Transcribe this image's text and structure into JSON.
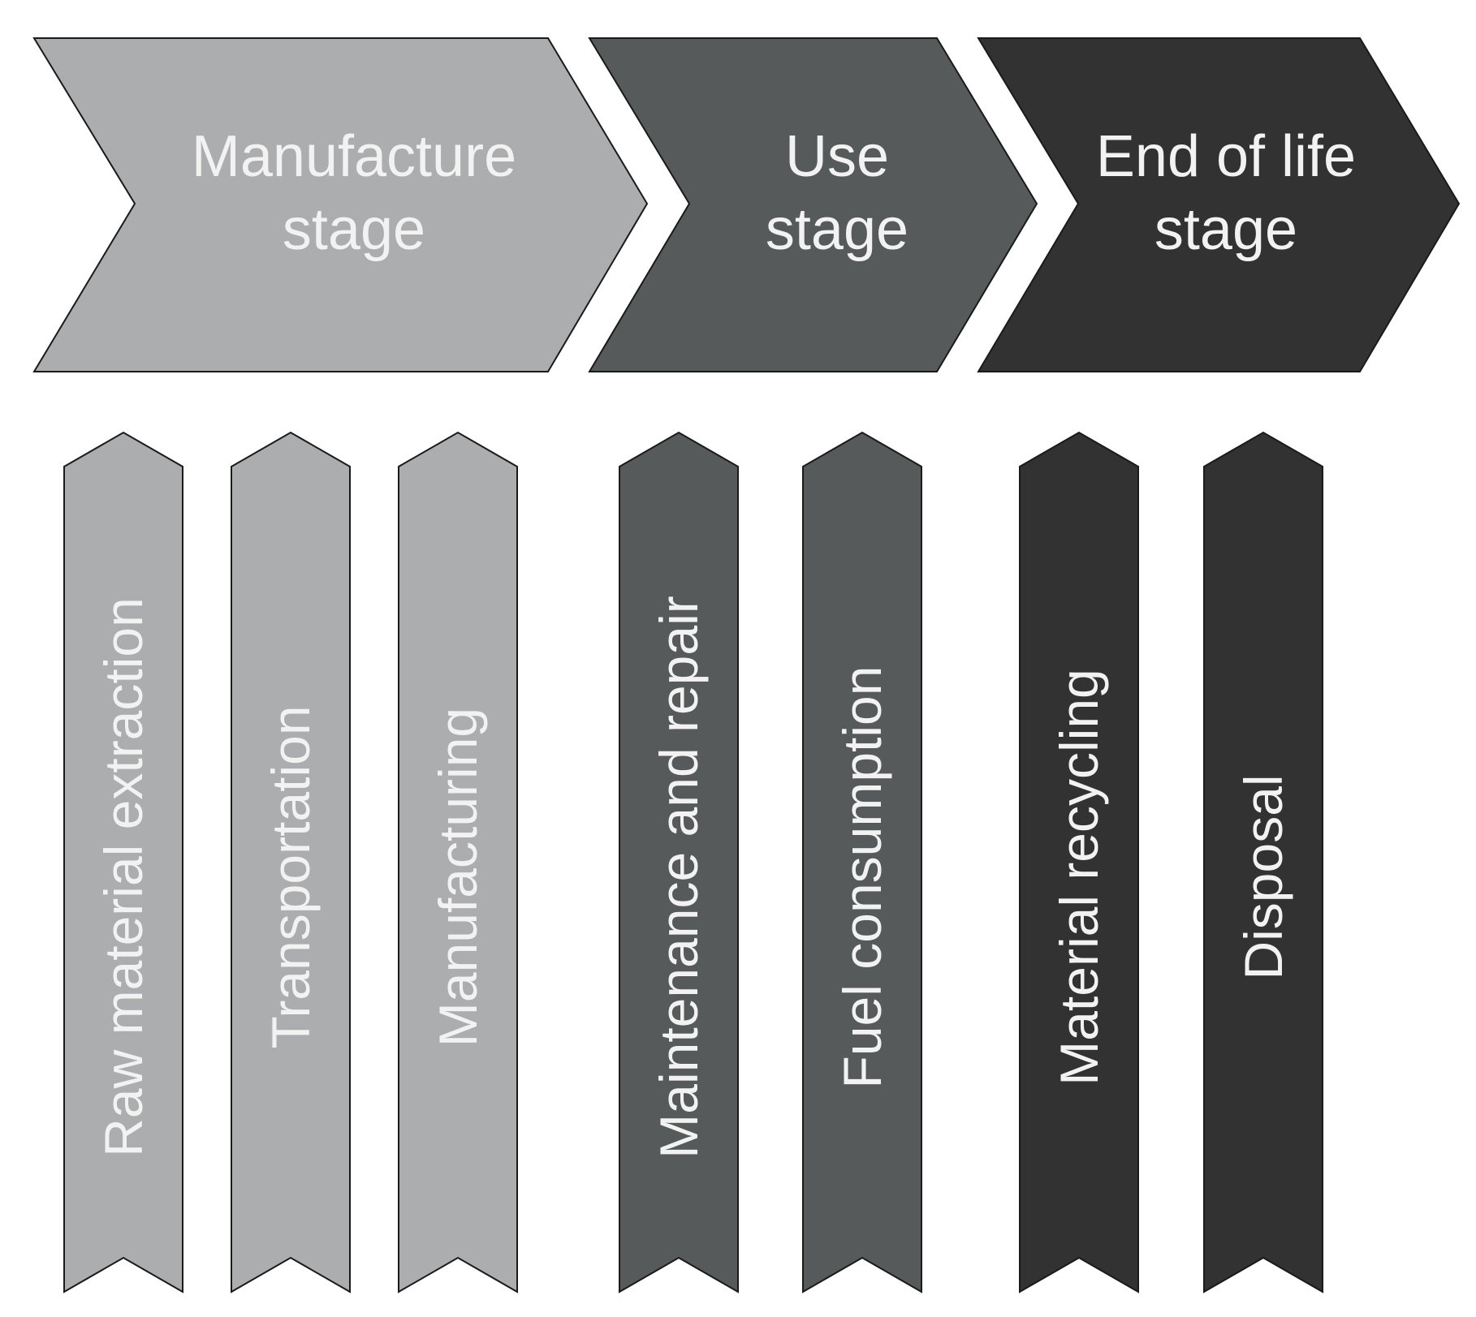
{
  "colors": {
    "manufacture": "#acadaf",
    "use": "#565a5b",
    "end_of_life": "#323232",
    "outline": "#1a1a1a",
    "label": "#f2f2f2"
  },
  "stages": [
    {
      "id": "manufacture",
      "lines": [
        "Manufacture",
        "stage"
      ],
      "color": "#acadaf",
      "steps": [
        "Raw material extraction",
        "Transportation",
        "Manufacturing"
      ]
    },
    {
      "id": "use",
      "lines": [
        "Use",
        "stage"
      ],
      "color": "#565a5b",
      "steps": [
        "Maintenance and repair",
        "Fuel consumption"
      ]
    },
    {
      "id": "end-of-life",
      "lines": [
        "End of life",
        "stage"
      ],
      "color": "#323232",
      "steps": [
        "Material recycling",
        "Disposal"
      ]
    }
  ]
}
